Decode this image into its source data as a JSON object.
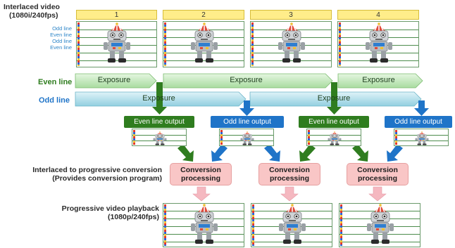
{
  "interlaced_label": [
    "Interlaced video",
    "(1080i/240fps)"
  ],
  "frame_numbers": [
    "1",
    "2",
    "3",
    "4"
  ],
  "line_labels": [
    "Odd line",
    "Even line",
    "Odd line",
    "Even line"
  ],
  "even_line_label": "Even line",
  "odd_line_label": "Odd line",
  "even_exposures": [
    "Exposure",
    "Exposure",
    "Exposure"
  ],
  "odd_exposures": [
    "Exposure",
    "Exposure"
  ],
  "line_outputs": [
    "Even line output",
    "Odd line output",
    "Even line output",
    "Odd line output"
  ],
  "conversion_label": [
    "Interlaced to progressive conversion",
    "(Provides conversion program)"
  ],
  "conversion_boxes": [
    "Conversion processing",
    "Conversion processing",
    "Conversion processing"
  ],
  "playback_label": [
    "Progressive video playback",
    "(1080p/240fps)"
  ],
  "colors": {
    "even_green": "#2f7d1f",
    "odd_blue": "#1f74c8",
    "even_bar": "#bfe8b8",
    "odd_bar": "#a9dbe8",
    "conversion_pink": "#f9c6c6",
    "frame_header": "#ffed8a"
  },
  "icons": [
    "robot-icon"
  ]
}
